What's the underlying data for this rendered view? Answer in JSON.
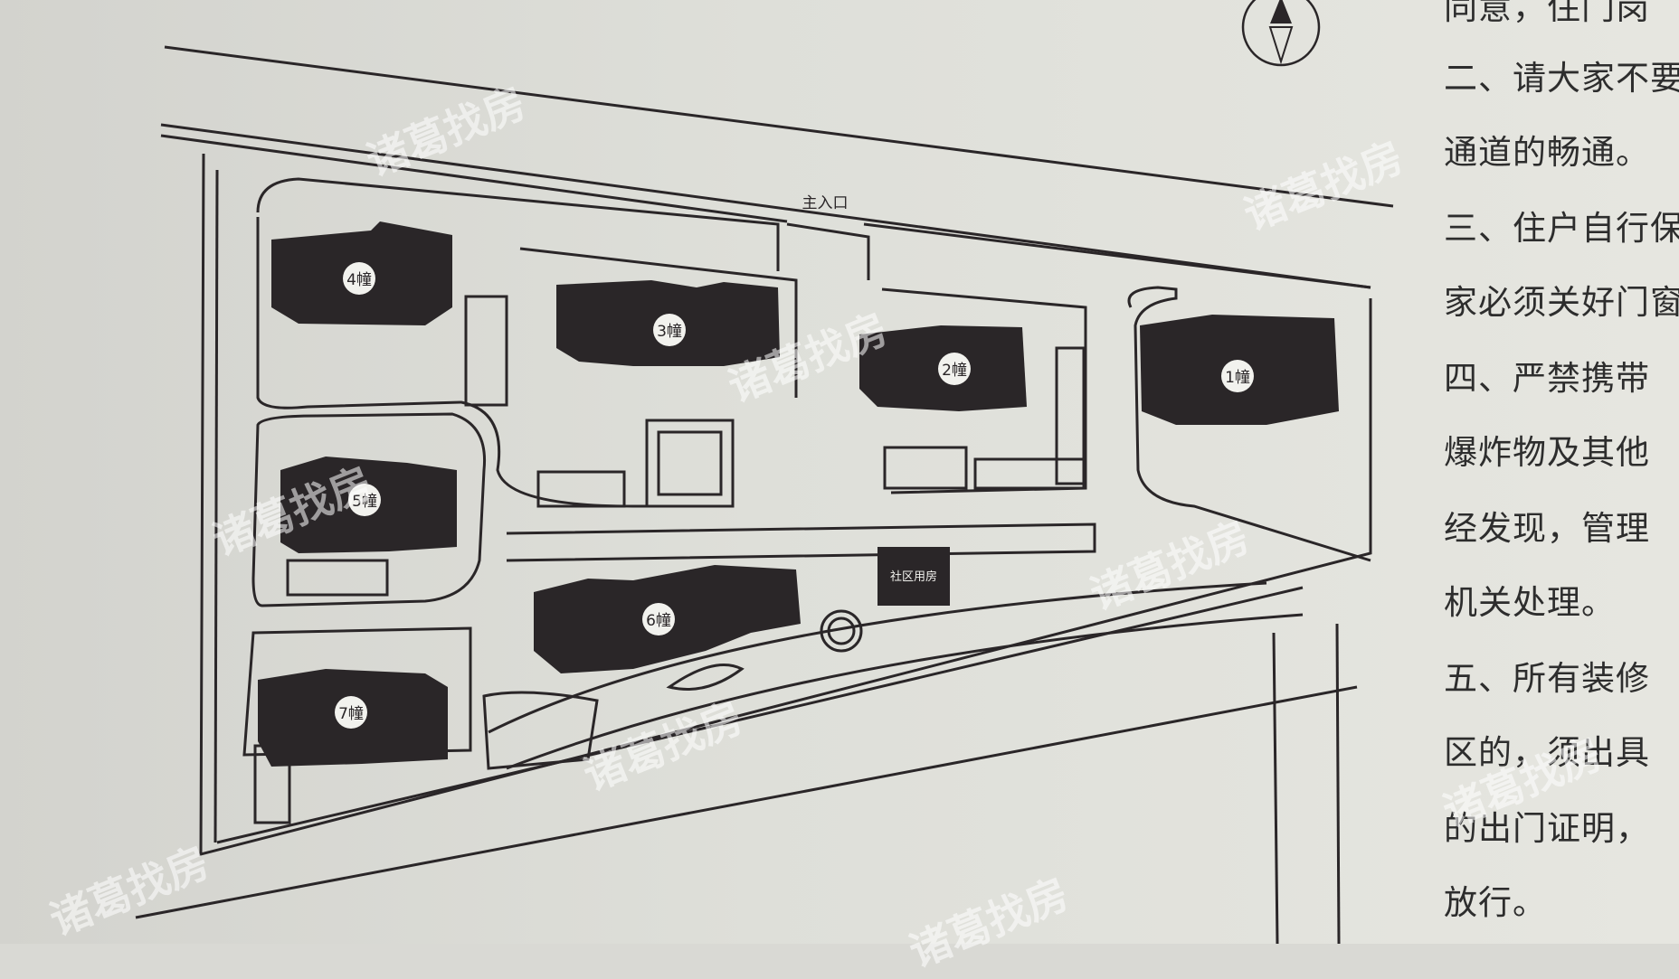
{
  "map": {
    "entrance_label": "主入口",
    "community_room_label": "社区用房",
    "buildings": [
      {
        "id": "b1",
        "label": "1幢"
      },
      {
        "id": "b2",
        "label": "2幢"
      },
      {
        "id": "b3",
        "label": "3幢"
      },
      {
        "id": "b4",
        "label": "4幢"
      },
      {
        "id": "b5",
        "label": "5幢"
      },
      {
        "id": "b6",
        "label": "6幢"
      },
      {
        "id": "b7",
        "label": "7幢"
      }
    ]
  },
  "notice": {
    "lines": [
      "同意，住门岗",
      "二、请大家不要",
      "通道的畅通。",
      "三、住户自行保",
      "家必须关好门窗",
      "四、严禁携带",
      "爆炸物及其他",
      "经发现，管理",
      "机关处理。",
      "五、所有装修",
      "区的，须出具",
      "的出门证明，",
      "放行。"
    ]
  },
  "watermark": {
    "text": "诸葛找房"
  },
  "colors": {
    "ink": "#2a2628",
    "paper": "#dcdcd6",
    "label_fill": "#f2f2ee"
  }
}
